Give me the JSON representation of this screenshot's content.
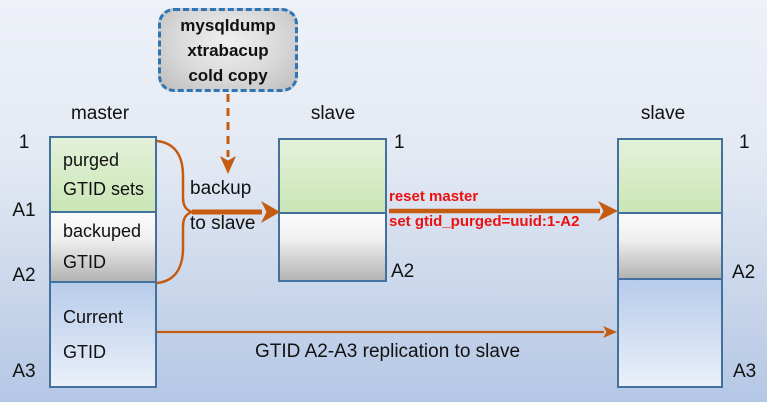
{
  "diagram": {
    "tool_box": {
      "line1": "mysqldump",
      "line2": "xtrabacup",
      "line3": "cold copy"
    },
    "master": {
      "title": "master",
      "left_labels": [
        "1",
        "A1",
        "A2",
        "A3"
      ],
      "sections": [
        {
          "line1": "purged",
          "line2": "GTID sets"
        },
        {
          "line1": "backuped",
          "line2": "GTID"
        },
        {
          "line1": "Current",
          "line2": "GTID"
        }
      ]
    },
    "slave1": {
      "title": "slave",
      "right_labels": [
        "1",
        "A2"
      ]
    },
    "slave2": {
      "title": "slave",
      "right_labels": [
        "1",
        "A2",
        "A3"
      ]
    },
    "arrows": {
      "backup": {
        "line1": "backup",
        "line2": "to slave"
      },
      "reset": {
        "line1": "reset master",
        "line2": "set gtid_purged=uuid:1-A2"
      },
      "replication": {
        "label": "GTID A2-A3 replication to slave"
      }
    },
    "colors": {
      "arrow_orange": "#C55A11",
      "command_red": "#EC1111",
      "box_border_blue": "#41719C",
      "dashed_border_blue": "#2E75B6",
      "green_fill": "#D5EBC4",
      "gray_fill": "#D0D0D0",
      "blue_fill": "#C4D6EF"
    }
  }
}
